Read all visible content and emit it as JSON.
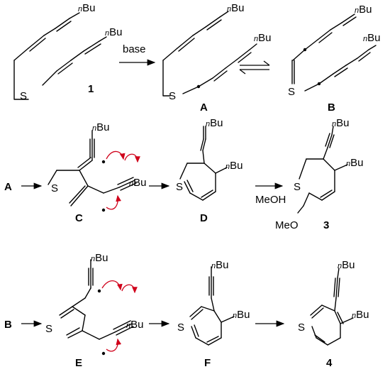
{
  "labels": {
    "base": "base",
    "meoh": "MeOH",
    "n_prefix": "n",
    "bu": "Bu",
    "s": "S",
    "meo": "MeO"
  },
  "compounds": {
    "c1": "1",
    "cA": "A",
    "cB": "B",
    "cC": "C",
    "cD": "D",
    "c3": "3",
    "cE": "E",
    "cF": "F",
    "c4": "4",
    "startA": "A",
    "startB": "B"
  },
  "colors": {
    "arrow_push": "#d0021b",
    "ink": "#000000"
  }
}
